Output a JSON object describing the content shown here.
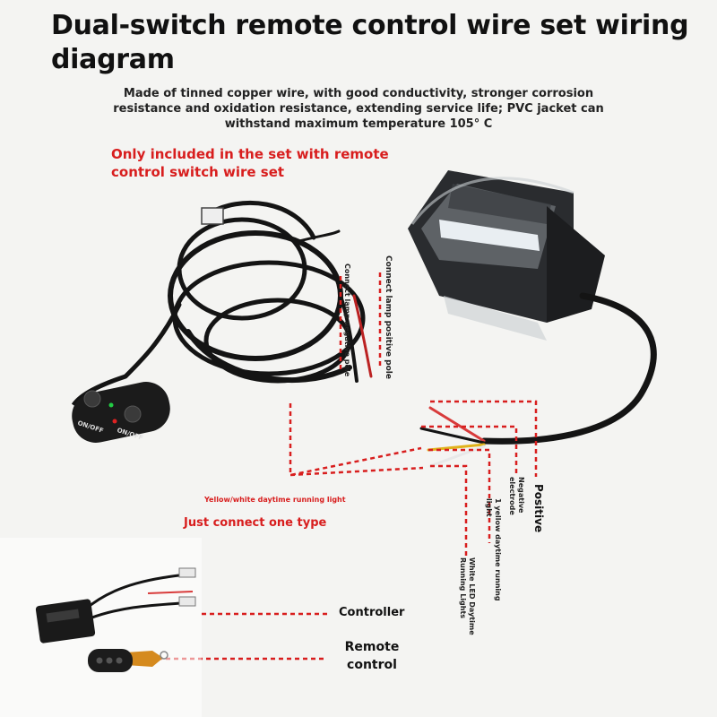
{
  "title": "Dual-switch remote control wire set wiring diagram",
  "description": "Made of tinned copper wire, with good conductivity, stronger corrosion resistance and oxidation resistance, extending service life; PVC jacket can withstand maximum temperature 105° C",
  "note": "Only included in the set with remote control switch wire set",
  "labels": {
    "lamp_negative": "Connect lamp negative pole",
    "lamp_positive": "Connect lamp positive pole",
    "positive": "Positive",
    "negative_electrode": "Negative electrode",
    "yellow_drl": "1 yellow daytime running light",
    "white_led": "White LED Daytime Running Lights",
    "yellow_white": "Yellow/white daytime running light",
    "one_type": "Just connect one type",
    "controller": "Controller",
    "remote_control": "Remote control",
    "switch_left": "ON/OFF",
    "switch_right": "ON/OFF"
  },
  "colors": {
    "annotation_red": "#d81e1e",
    "cable_black": "#141414",
    "background": "#f4f4f2"
  }
}
